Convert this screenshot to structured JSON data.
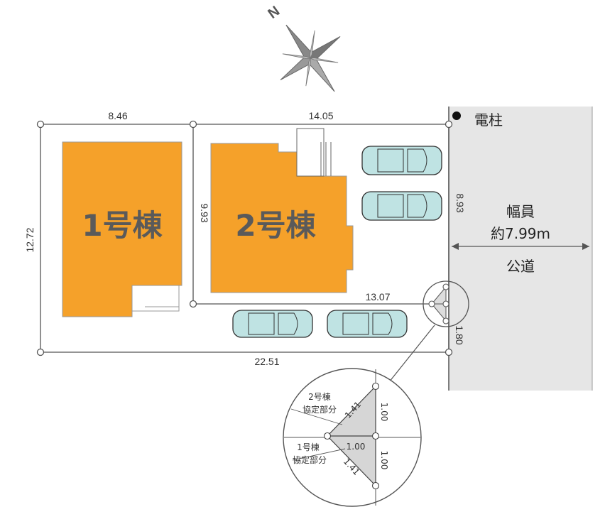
{
  "compass": {
    "north_label": "N",
    "icon": "compass-star-icon"
  },
  "utility_pole": {
    "label": "電柱"
  },
  "road": {
    "width_label": "幅員",
    "width_value": "約7.99m",
    "name": "公道"
  },
  "buildings": [
    {
      "label": "1号棟",
      "color": "#f5a12a"
    },
    {
      "label": "2号棟",
      "color": "#f5a12a"
    }
  ],
  "dimensions": {
    "top_left": "8.46",
    "top_right": "14.05",
    "left_side": "12.72",
    "middle_side": "9.93",
    "right_side": "8.93",
    "inner_bottom": "13.07",
    "bottom": "22.51",
    "corner": "1.80"
  },
  "detail": {
    "share_2_line1": "2号棟",
    "share_2_line2": "協定部分",
    "share_1_line1": "1号棟",
    "share_1_line2": "協定部分",
    "diag_top": "1.41",
    "diag_bottom": "1.41",
    "center": "1.00",
    "right_top": "1.00",
    "right_bottom": "1.00"
  },
  "colors": {
    "building": "#f5a12a",
    "road": "#e6e6e6",
    "car": "#bfe3e3",
    "lines": "#444444"
  }
}
